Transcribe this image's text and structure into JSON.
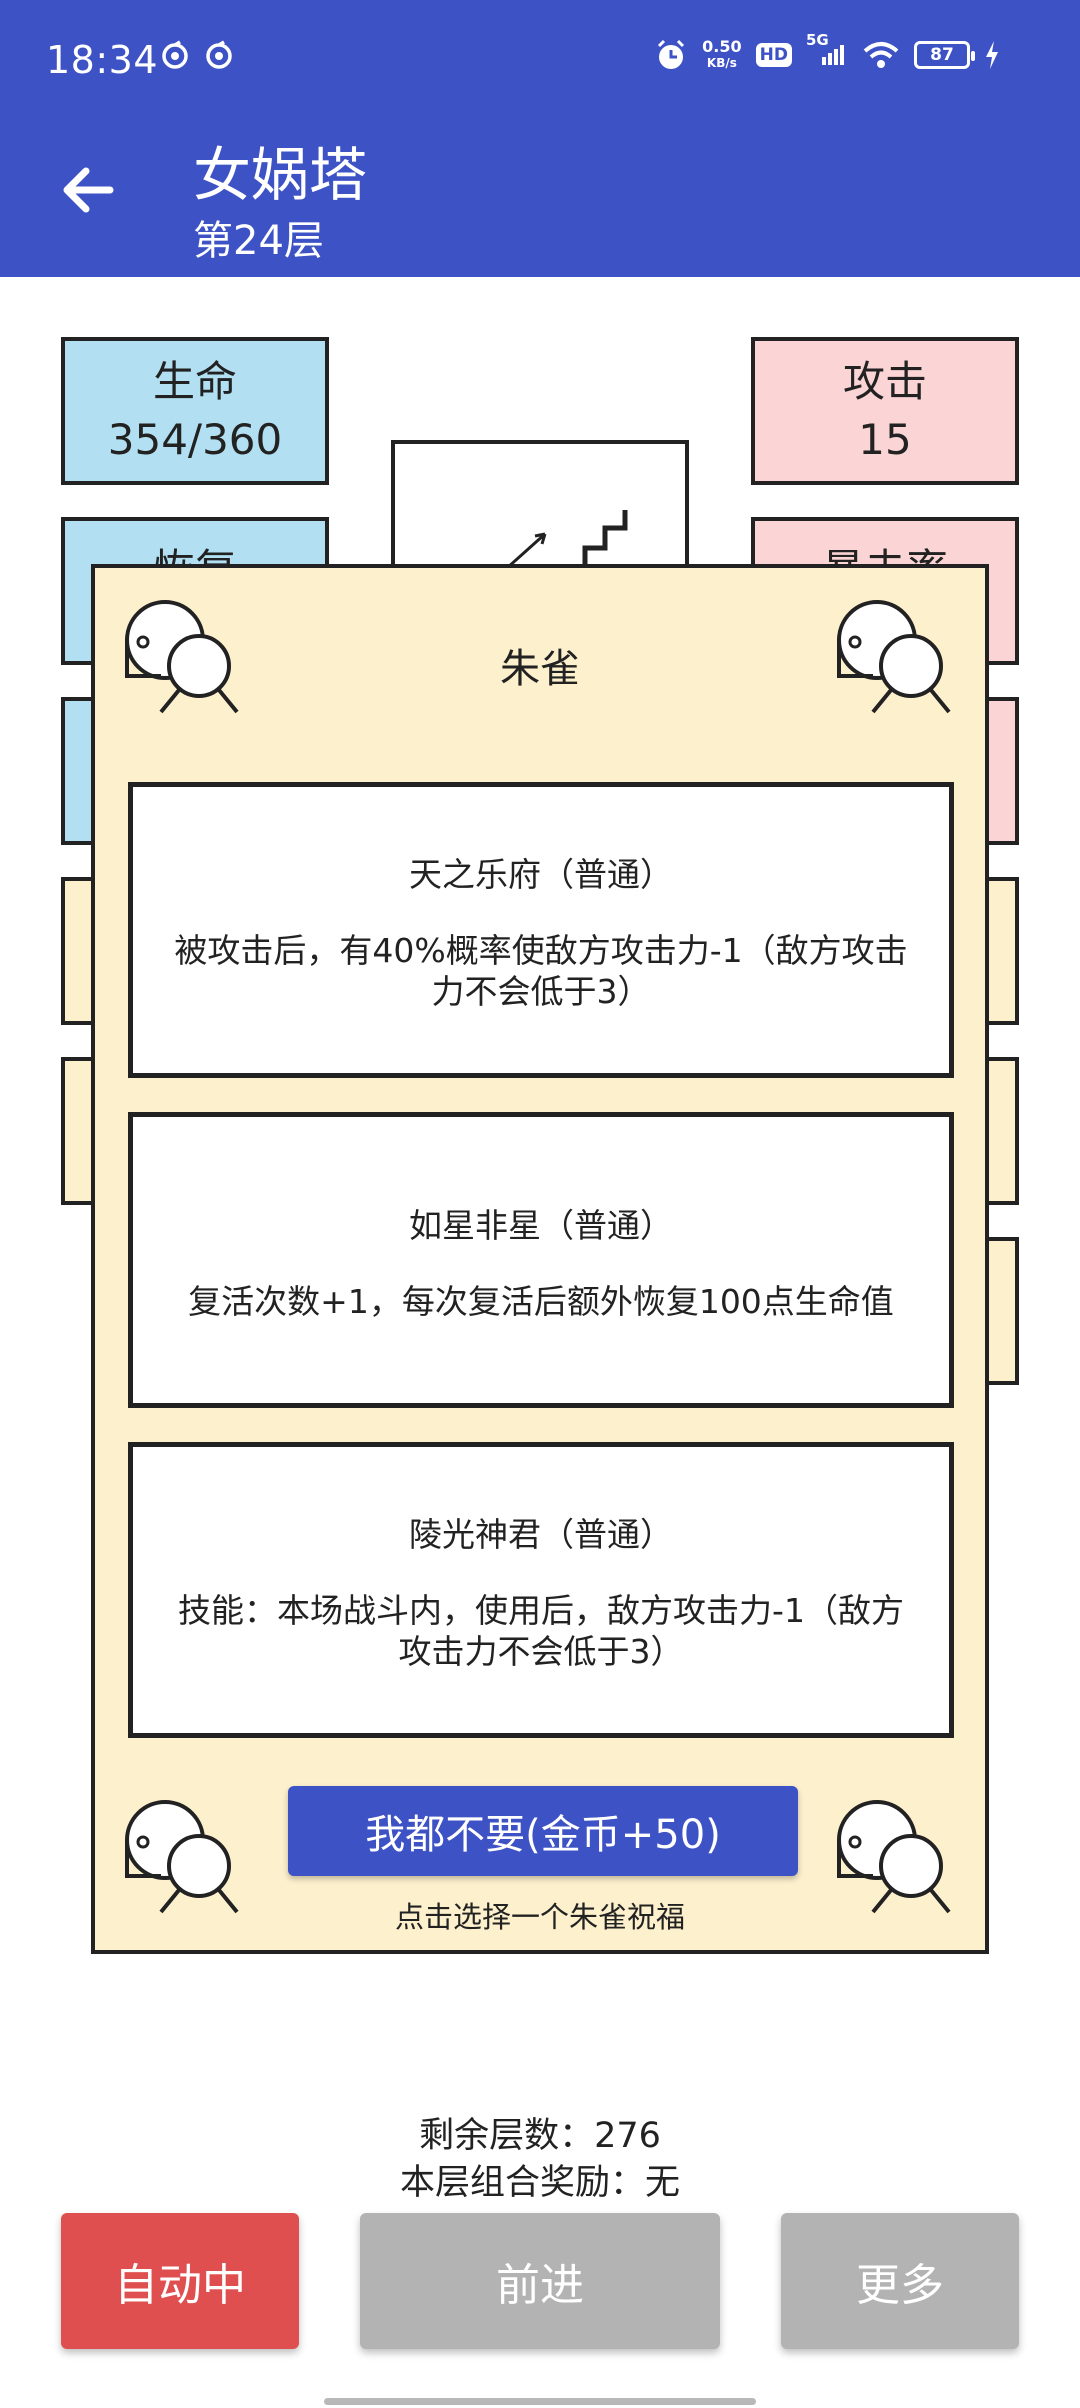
{
  "status_bar": {
    "time": "18:34",
    "net_speed_value": "0.50",
    "net_speed_unit": "KB/s",
    "hd": "HD",
    "signal_label": "5G",
    "battery": "87"
  },
  "app_bar": {
    "title": "女娲塔",
    "subtitle": "第24层"
  },
  "stats": {
    "hp_label": "生命",
    "hp_value": "354/360",
    "atk_label": "攻击",
    "atk_value": "15",
    "regen_label": "恢复",
    "crit_label": "暴击率"
  },
  "modal": {
    "title": "朱雀",
    "options": [
      {
        "title": "天之乐府（普通）",
        "desc": "被攻击后，有40%概率使敌方攻击力-1（敌方攻击力不会低于3）"
      },
      {
        "title": "如星非星（普通）",
        "desc": "复活次数+1，每次复活后额外恢复100点生命值"
      },
      {
        "title": "陵光神君（普通）",
        "desc": "技能：本场战斗内，使用后，敌方攻击力-1（敌方攻击力不会低于3）"
      }
    ],
    "skip_button": "我都不要(金币+50)",
    "hint": "点击选择一个朱雀祝福"
  },
  "info": {
    "remaining_floors": "剩余层数：276",
    "combo_reward": "本层组合奖励：无"
  },
  "bottom_buttons": {
    "auto": "自动中",
    "forward": "前进",
    "more": "更多"
  },
  "colors": {
    "primary": "#3d52c4",
    "auto_red": "#df4f4f",
    "disabled_gray": "#b3b3b3",
    "cream": "#fdf0cd",
    "blue_box": "#b2e0f2",
    "pink_box": "#fbd5d5"
  }
}
